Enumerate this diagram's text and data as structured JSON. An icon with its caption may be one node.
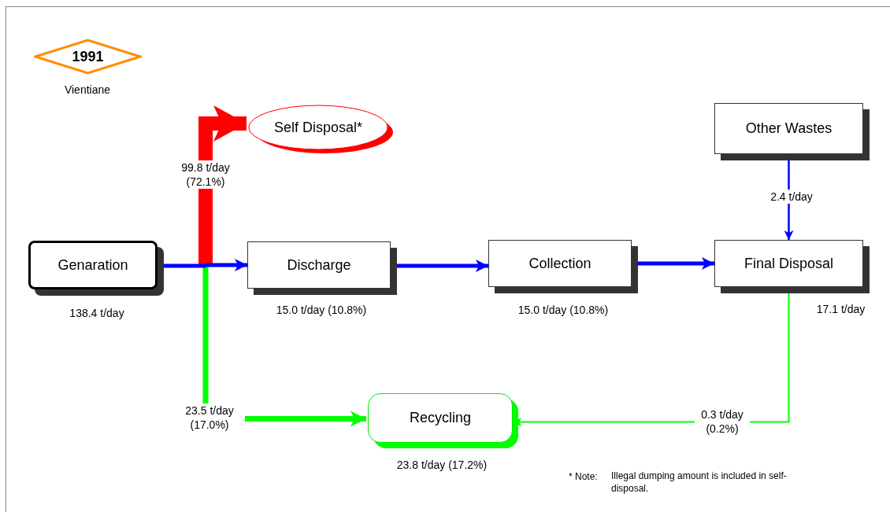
{
  "diagram": {
    "nodes": [
      {
        "text": [
          "1991"
        ],
        "beside": [
          "Vientiane"
        ]
      },
      {
        "text": [
          "Self Disposal*"
        ]
      },
      {
        "text": [
          "Other Wastes"
        ]
      },
      {
        "text": [
          "Genaration"
        ],
        "beside": [
          "138.4 t/day"
        ]
      },
      {
        "text": [
          "Discharge"
        ],
        "beside": [
          "15.0 t/day (10.8%)"
        ]
      },
      {
        "text": [
          "Collection"
        ],
        "beside": [
          "15.0 t/day (10.8%)"
        ]
      },
      {
        "text": [
          "Final Disposal"
        ],
        "beside": [
          "17.1 t/day"
        ]
      },
      {
        "text": [
          "Recycling"
        ],
        "beside": [
          "23.8 t/day (17.2%)"
        ]
      }
    ],
    "edges": [
      {
        "from": 3,
        "to": 4,
        "arrow": "to"
      },
      {
        "from": 3,
        "to": 1,
        "arrow": "to",
        "style": "thick",
        "color": "#ff0000",
        "label": "99.8 t/day (72.1%)"
      },
      {
        "from": 3,
        "to": 7,
        "arrow": "to",
        "color": "#00ff00",
        "label": "23.5 t/day (17.0%)"
      },
      {
        "from": 4,
        "to": 5,
        "arrow": "to"
      },
      {
        "from": 5,
        "to": 6,
        "arrow": "to"
      },
      {
        "from": 2,
        "to": 6,
        "arrow": "to",
        "label": "2.4 t/day"
      },
      {
        "from": 6,
        "to": 7,
        "arrow": "to",
        "color": "#00ff00",
        "label": "0.3 t/day (0.2%)"
      }
    ],
    "labels": [
      "* Note:",
      "Illegal dumping amount is included in self-disposal."
    ]
  }
}
